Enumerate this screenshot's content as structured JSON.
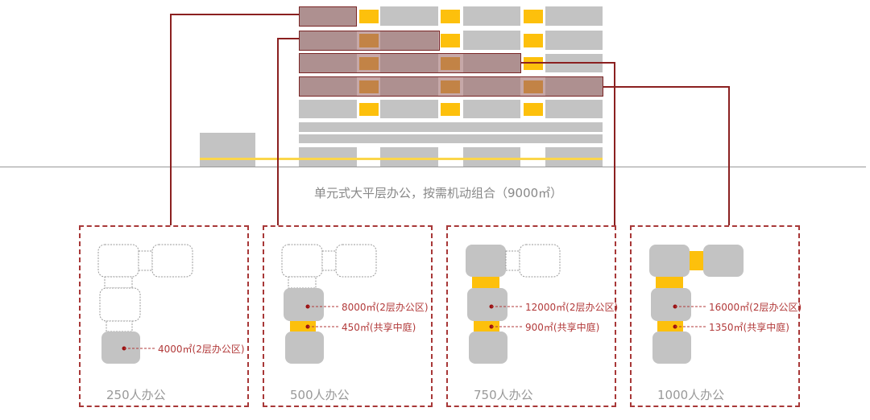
{
  "caption": "单元式大平层办公，按需机动组合（9000㎡）",
  "colors": {
    "office": "#c3c3c3",
    "atrium": "#fdc00c",
    "highlight": "#7a2626"
  },
  "panels": [
    {
      "title": "250人办公",
      "office_label": "4000㎡(2层办公区)"
    },
    {
      "title": "500人办公",
      "office_label": "8000㎡(2层办公区)",
      "atrium_label": "450㎡(共享中庭)"
    },
    {
      "title": "750人办公",
      "office_label": "12000㎡(2层办公区)",
      "atrium_label": "900㎡(共享中庭)"
    },
    {
      "title": "1000人办公",
      "office_label": "16000㎡(2层办公区)",
      "atrium_label": "1350㎡(共享中庭)"
    }
  ]
}
